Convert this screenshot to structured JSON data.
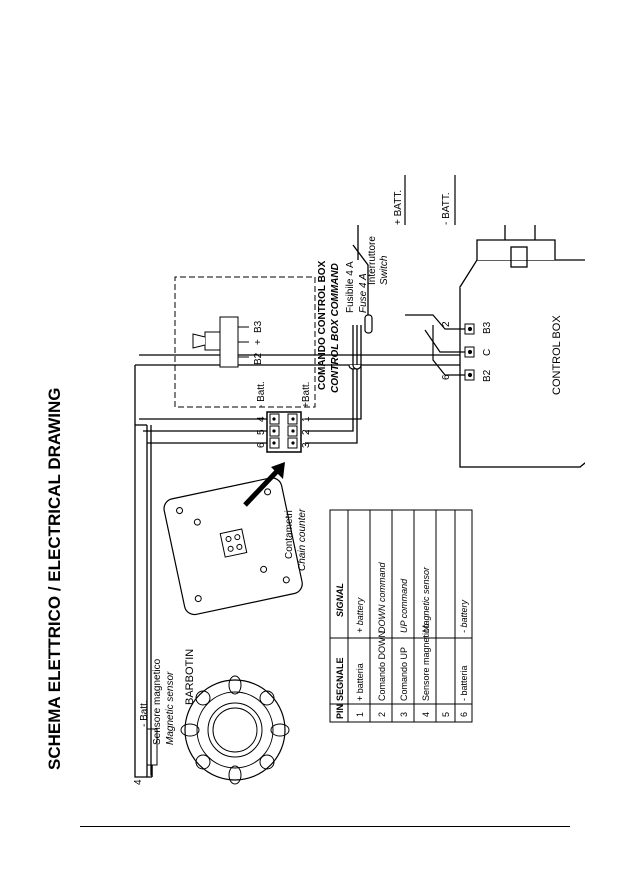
{
  "title": "SCHEMA ELETTRICO / ELECTRICAL DRAWING",
  "battery": {
    "plus": "+ BATT.",
    "minus": "- BATT."
  },
  "switch": {
    "it": "Interruttore",
    "en": "Switch"
  },
  "fuse": {
    "it": "Fusibile 4 A",
    "en": "Fuse 4 A"
  },
  "command_box": {
    "it": "COMANDO CONTROL BOX",
    "en": "CONTROL BOX COMMAND",
    "terminals": [
      "B2",
      "+",
      "B3"
    ]
  },
  "control_box": {
    "label": "CONTROL BOX",
    "terminals": [
      "B2",
      "C",
      "B3"
    ],
    "wire_numbers": [
      "6",
      "2"
    ]
  },
  "connector": {
    "top_pins": [
      "4",
      "5",
      "6"
    ],
    "bottom_pins": [
      "1",
      "2",
      "3"
    ],
    "minus_label": "- Batt.",
    "plus_label": "+Batt."
  },
  "chain_counter": {
    "it": "Contametri",
    "en": "Chain counter"
  },
  "barbotin": {
    "label": "BARBOTIN"
  },
  "sensor": {
    "pin": "4",
    "minus": "- Batt.",
    "it": "Sensore magnetico",
    "en": "Magnetic sensor"
  },
  "pin_table": {
    "headers": [
      "PIN",
      "SEGNALE",
      "SIGNAL"
    ],
    "rows": [
      [
        "1",
        "+ batteria",
        "+ battery"
      ],
      [
        "2",
        "Comando DOWN",
        "DOWN command"
      ],
      [
        "3",
        "Comando UP",
        "UP command"
      ],
      [
        "4",
        "Sensore magnetico",
        "Magnetic sensor"
      ],
      [
        "5",
        "",
        ""
      ],
      [
        "6",
        "- batteria",
        "- battery"
      ]
    ]
  }
}
